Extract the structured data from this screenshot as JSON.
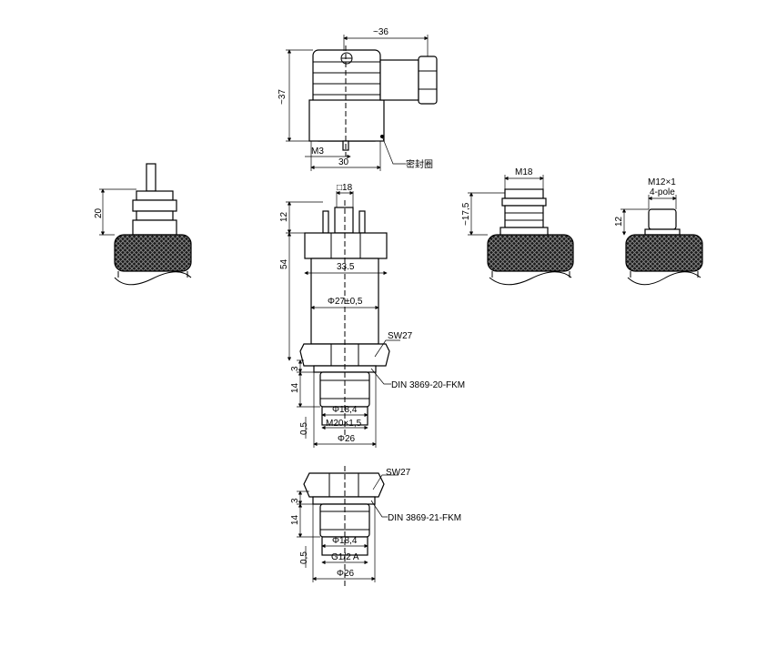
{
  "dimensions": {
    "connector_width": "~36",
    "connector_height": "~37",
    "thread_m3": "M3",
    "width_30": "30",
    "seal_label": "密封圈",
    "cable_20": "20",
    "square_18": "□18",
    "height_12_top": "12",
    "height_54": "54",
    "width_33_5": "33.5",
    "dia_27": "Φ27±0,5",
    "sw27_a": "SW27",
    "height_3_a": "3",
    "height_14_a": "14",
    "din_20": "DIN 3869-20-FKM",
    "dia_18_4_a": "Φ18,4",
    "height_0_5_a": "0,5",
    "thread_m20": "M20×1,5",
    "dia_26_a": "Φ26",
    "m18_label": "M18",
    "height_17_5": "~17,5",
    "m12_label": "M12×1",
    "four_pole": "4-pole",
    "height_12_m12": "12",
    "sw27_b": "SW27",
    "height_3_b": "3",
    "height_14_b": "14",
    "din_21": "DIN 3869-21-FKM",
    "dia_18_4_b": "Φ18,4",
    "height_0_5_b": "0,5",
    "thread_g12": "G1/2 A",
    "dia_26_b": "Φ26"
  }
}
